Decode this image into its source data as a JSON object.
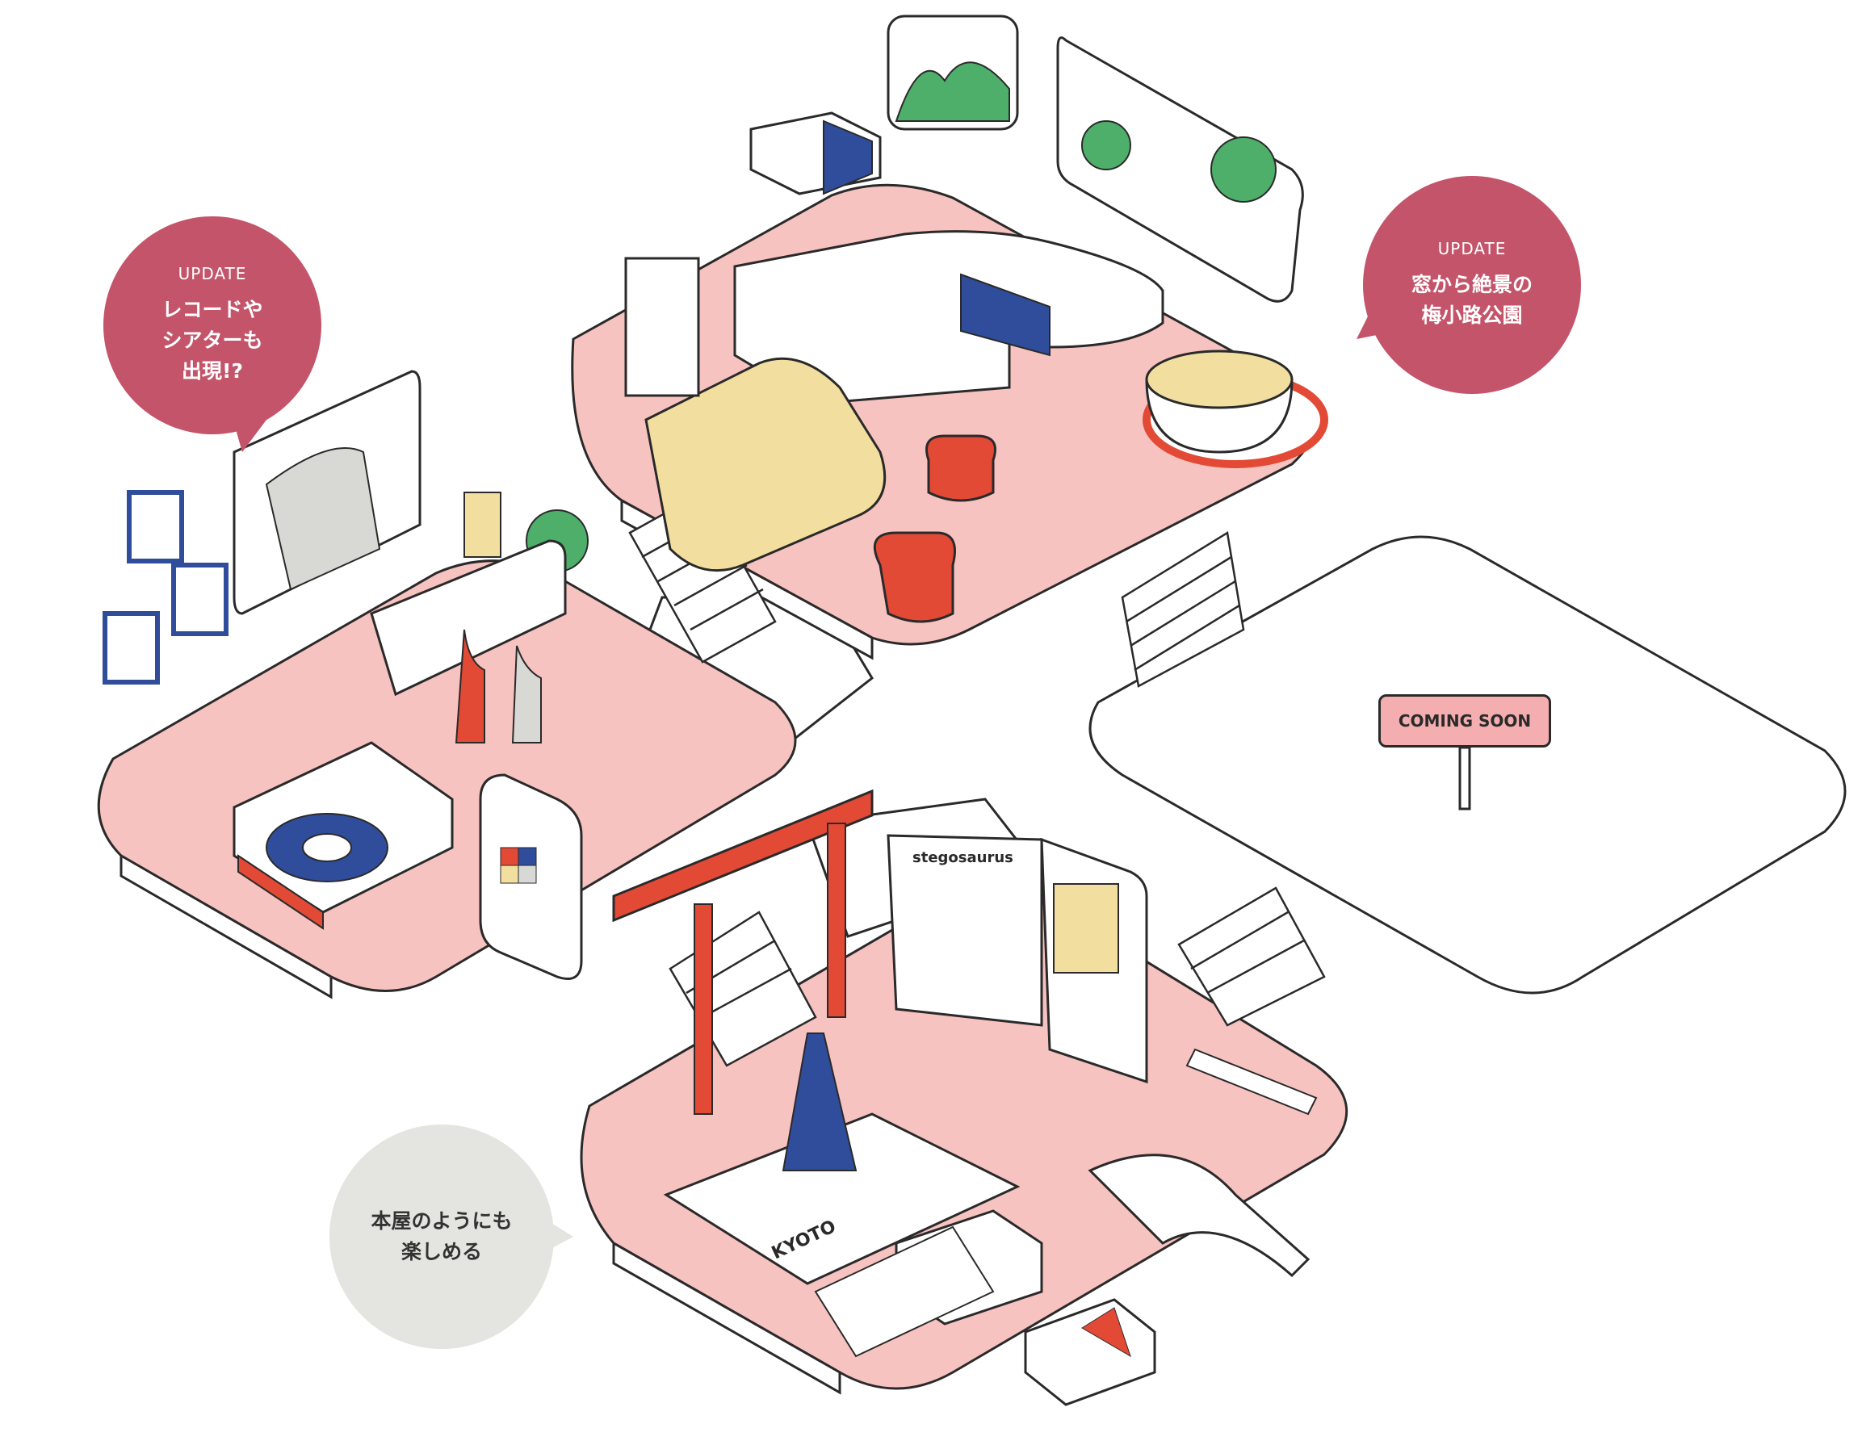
{
  "bubbles": {
    "records": {
      "tag": "UPDATE",
      "lines": [
        "レコードや",
        "シアターも",
        "出現!?"
      ]
    },
    "window": {
      "tag": "UPDATE",
      "lines": [
        "窓から絶景の",
        "梅小路公園"
      ]
    },
    "books": {
      "lines": [
        "本屋のようにも",
        "楽しめる"
      ]
    }
  },
  "sign": {
    "label": "COMING SOON"
  },
  "illustration": {
    "book_cover_text": "stegosaurus",
    "map_text": "KYOTO"
  },
  "colors": {
    "floor": "#f7c3c0",
    "accent_red": "#e24a36",
    "bubble_red": "#c4546a",
    "bubble_gray": "#e4e4e0",
    "navy": "#2f4d9a",
    "cream": "#f2dfa0",
    "green": "#4eaf6b",
    "outline": "#2a2a2a"
  }
}
